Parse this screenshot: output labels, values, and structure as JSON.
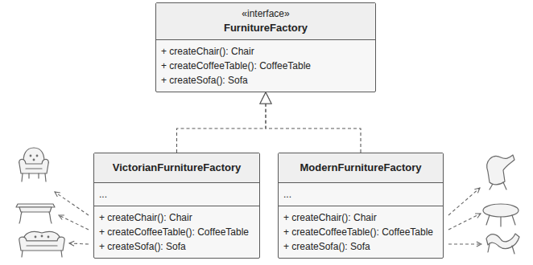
{
  "diagram": {
    "nodes": [
      {
        "text": [
          "«interface»",
          "FurnitureFactory",
          "+ createChair(): Chair",
          "+ createCoffeeTable(): CoffeeTable",
          "+ createSofa(): Sofa"
        ]
      },
      {
        "text": [
          "VictorianFurnitureFactory",
          "...",
          "+ createChair(): Chair",
          "+ createCoffeeTable(): CoffeeTable",
          "+ createSofa(): Sofa"
        ]
      },
      {
        "text": [
          "ModernFurnitureFactory",
          "...",
          "+ createChair(): Chair",
          "+ createCoffeeTable(): CoffeeTable",
          "+ createSofa(): Sofa"
        ]
      }
    ],
    "edges": [
      {
        "from": 1,
        "to": 0,
        "arrow": "to"
      },
      {
        "from": 2,
        "to": 0,
        "arrow": "to"
      }
    ]
  }
}
